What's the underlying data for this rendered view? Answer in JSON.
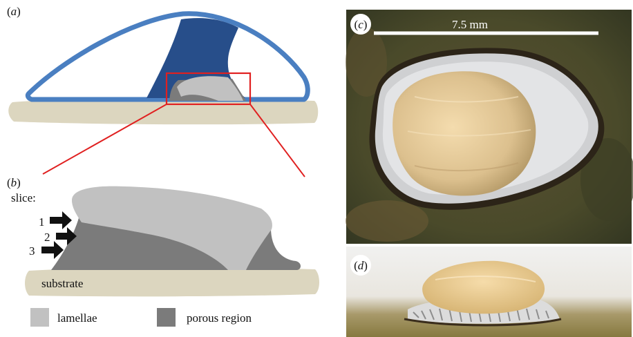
{
  "panels": {
    "a": {
      "label": "a"
    },
    "b": {
      "label": "b"
    },
    "c": {
      "label": "c",
      "scale_bar": "7.5 mm"
    },
    "d": {
      "label": "d"
    }
  },
  "slice": {
    "title": "slice:",
    "items": [
      "1",
      "2",
      "3"
    ]
  },
  "substrate_label": "substrate",
  "legend": [
    {
      "label": "lamellae",
      "color": "#c1c1c1"
    },
    {
      "label": "porous region",
      "color": "#7b7b7b"
    }
  ],
  "colors": {
    "shell_outline": "#4a7fc1",
    "shell_fill": "#274e8a",
    "substrate": "#dcd6bf",
    "lamellae": "#c1c1c1",
    "porous": "#7b7b7b",
    "zoom_box": "#e02020"
  }
}
